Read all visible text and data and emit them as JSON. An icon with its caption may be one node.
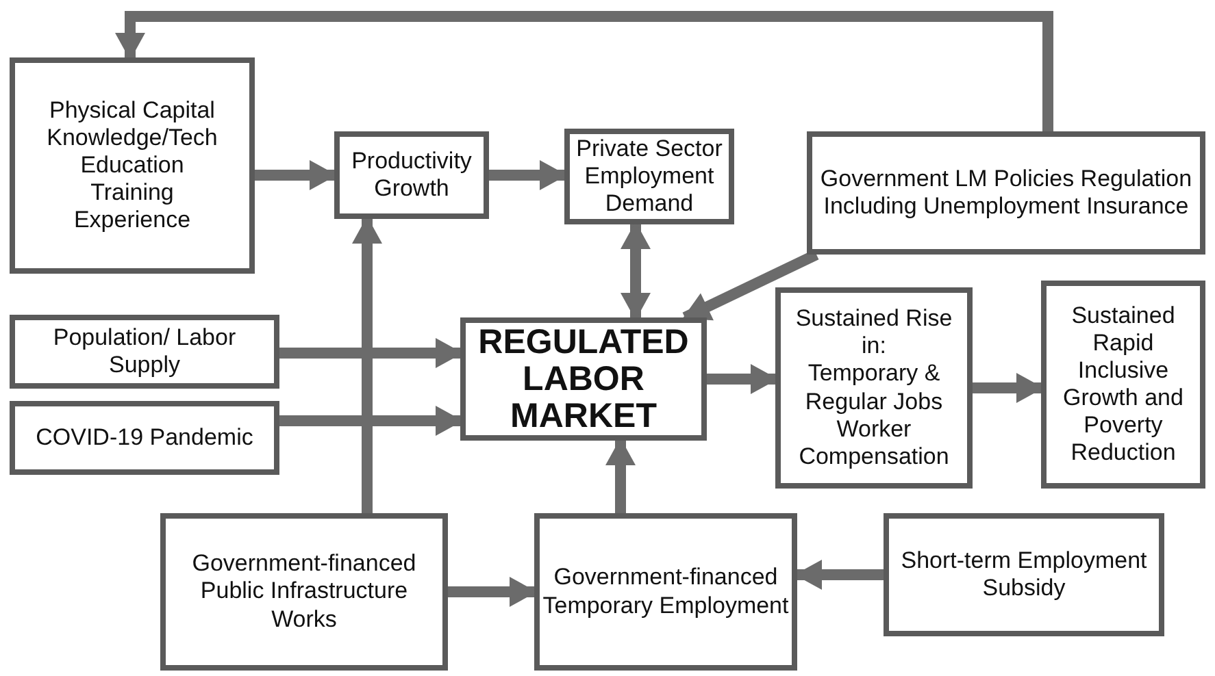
{
  "diagram": {
    "nodes": [
      {
        "text": [
          "Physical Capital",
          "Knowledge/Tech",
          "Education",
          "Training",
          "Experience"
        ]
      },
      {
        "text": [
          "Productivity Growth"
        ]
      },
      {
        "text": [
          "Private Sector Employment Demand"
        ]
      },
      {
        "text": [
          "Government LM Policies Regulation Including Unemployment Insurance"
        ]
      },
      {
        "text": [
          "Population/ Labor Supply"
        ]
      },
      {
        "text": [
          "COVID-19 Pandemic"
        ]
      },
      {
        "text": [
          "REGULATED LABOR MARKET"
        ]
      },
      {
        "text": [
          "Sustained Rise in:",
          "Temporary & Regular Jobs",
          "Worker Compensation"
        ]
      },
      {
        "text": [
          "Sustained Rapid Inclusive Growth and Poverty Reduction"
        ]
      },
      {
        "text": [
          "Government-financed Public Infrastructure Works"
        ]
      },
      {
        "text": [
          "Government-financed Temporary Employment"
        ]
      },
      {
        "text": [
          "Short-term Employment Subsidy"
        ]
      }
    ],
    "edges": [
      {
        "from": 3,
        "to": 0,
        "arrow": "to"
      },
      {
        "from": 0,
        "to": 1,
        "arrow": "to"
      },
      {
        "from": 1,
        "to": 2,
        "arrow": "to"
      },
      {
        "from": 2,
        "to": 6,
        "arrow": "both"
      },
      {
        "from": 3,
        "to": 6,
        "arrow": "to"
      },
      {
        "from": 4,
        "to": 6,
        "arrow": "to"
      },
      {
        "from": 5,
        "to": 6,
        "arrow": "to"
      },
      {
        "from": 6,
        "to": 7,
        "arrow": "to"
      },
      {
        "from": 7,
        "to": 8,
        "arrow": "to"
      },
      {
        "from": 9,
        "to": 1,
        "arrow": "to"
      },
      {
        "from": 9,
        "to": 10,
        "arrow": "to"
      },
      {
        "from": 10,
        "to": 6,
        "arrow": "to"
      },
      {
        "from": 11,
        "to": 10,
        "arrow": "to"
      }
    ]
  }
}
